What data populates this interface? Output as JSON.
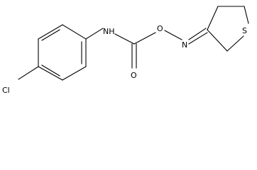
{
  "molecule": {
    "atoms": {
      "chlorine": "Cl",
      "amide_nitrogen": "NH",
      "carbonyl_oxygen": "O",
      "ether_oxygen": "O",
      "oxime_nitrogen": "N",
      "sulfur": "S"
    }
  }
}
